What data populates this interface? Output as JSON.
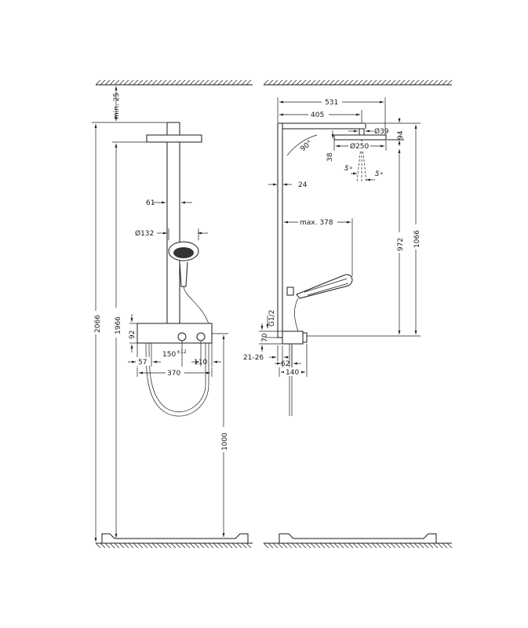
{
  "left_view": {
    "min_label": "min. 25",
    "d_2066": "2066",
    "d_1966": "1966",
    "d_61": "61",
    "d_132": "Ø132",
    "d_92": "92",
    "d_57": "57",
    "d_150": "150",
    "d_150_tol": "±12",
    "d_110": "110",
    "d_370": "370",
    "d_1000": "1000"
  },
  "right_view": {
    "d_531": "531",
    "d_405": "405",
    "d_39": "Ø39",
    "d_94": "94",
    "d_250": "Ø250",
    "d_90deg": "90°",
    "d_38": "38",
    "d_5a": "5°",
    "d_5b": "5°",
    "d_24": "24",
    "d_378": "max. 378",
    "d_972": "972",
    "d_1066": "1066",
    "d_g12": "G1/2",
    "d_70": "70",
    "d_21_26": "21-26",
    "d_62": "62",
    "d_140": "140"
  }
}
